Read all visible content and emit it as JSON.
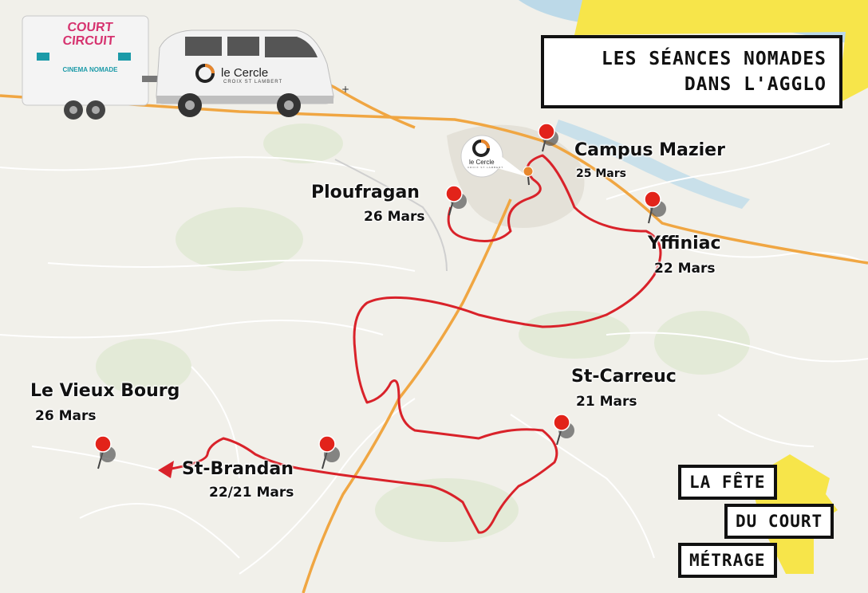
{
  "title": {
    "line1": "LES SÉANCES NOMADES",
    "line2": "DANS L'AGGLO"
  },
  "truck": {
    "label_line1": "COURT",
    "label_line2": "CIRCUIT",
    "label_sub": "CINEMA NOMADE"
  },
  "van": {
    "brand": "le Cercle",
    "sub": "CROIX ST LAMBERT"
  },
  "venue_marker": {
    "brand": "le Cercle",
    "sub": "CROIX ST LAMBERT"
  },
  "stops": [
    {
      "town": "Campus Mazier",
      "date": "25 Mars"
    },
    {
      "town": "Ploufragan",
      "date": "26 Mars"
    },
    {
      "town": "Yffiniac",
      "date": "22 Mars"
    },
    {
      "town": "St-Carreuc",
      "date": "21 Mars"
    },
    {
      "town": "Le Vieux Bourg",
      "date": "26 Mars"
    },
    {
      "town": "St-Brandan",
      "date": "22/21 Mars"
    }
  ],
  "fete": {
    "line1": "LA FÊTE",
    "line2": "DU COURT",
    "line3": "MÉTRAGE"
  },
  "colors": {
    "route": "#d9222a",
    "pin": "#e2231a",
    "accent_yellow": "#f7e54a",
    "sea": "#bcd9e8",
    "road_major": "#f0a642"
  },
  "icons": [
    "map-pin-icon",
    "route-arrow-icon",
    "cinema-truck-icon",
    "van-icon",
    "cercle-logo-icon"
  ]
}
